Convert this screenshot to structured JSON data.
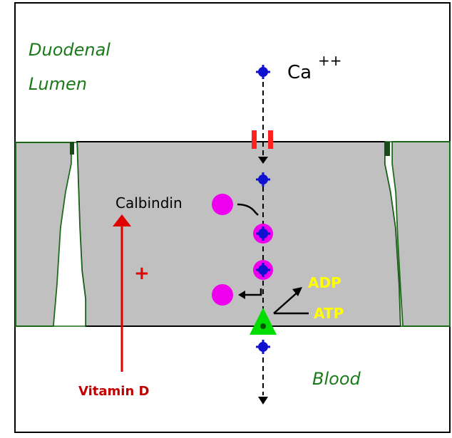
{
  "labels": {
    "lumen_line1": "Duodenal",
    "lumen_line2": "Lumen",
    "ion": "Ca",
    "ion_charge": "++",
    "calbindin": "Calbindin",
    "adp": "ADP",
    "atp": "ATP",
    "blood": "Blood",
    "vitamin": "Vitamin D",
    "plus_sign": "+"
  },
  "colors": {
    "cell_fill": "#c0c0c0",
    "cell_border_green": "#1a6a1a",
    "calcium": "#1010d0",
    "calbindin": "#ee00ee",
    "channel": "#ff2020",
    "pump": "#00dd00",
    "vitamin_arrow": "#e00000",
    "phosphate_text": "#ffff00",
    "lumen_text": "#1a7a1a"
  },
  "icons": {
    "ion_marker": "star-dot",
    "channel": "paired-red-bars",
    "pump": "green-triangle"
  }
}
